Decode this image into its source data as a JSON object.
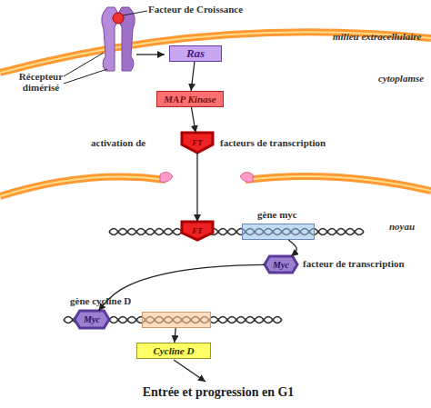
{
  "diagram": {
    "nodes": [
      {
        "text": [
          "Ras"
        ]
      },
      {
        "text": [
          "MAP Kinase"
        ]
      },
      {
        "text": [
          "FT"
        ]
      },
      {
        "text": [
          "gène myc"
        ]
      },
      {
        "text": [
          "FT"
        ]
      },
      {
        "text": [
          "Myc"
        ]
      },
      {
        "text": [
          "gène cycline D"
        ]
      },
      {
        "text": [
          "Myc"
        ]
      },
      {
        "text": [
          "Cycline D"
        ]
      }
    ],
    "edges": [
      {
        "from": 0,
        "to": 1,
        "arrow": "to"
      },
      {
        "from": 1,
        "to": 2,
        "arrow": "to"
      },
      {
        "from": 2,
        "to": 4,
        "arrow": "to"
      },
      {
        "from": 3,
        "to": 5,
        "arrow": "to"
      },
      {
        "from": 5,
        "to": 7,
        "arrow": "to"
      },
      {
        "from": 6,
        "to": 8,
        "arrow": "to"
      }
    ],
    "labels": [
      "Facteur de Croissance",
      "Récepteur dimérisé",
      "milieu extracellulaire",
      "cytoplamse",
      "activation de",
      "facteurs de transcription",
      "noyau",
      "facteur de transcription",
      "Entrée et progression en G1"
    ]
  }
}
